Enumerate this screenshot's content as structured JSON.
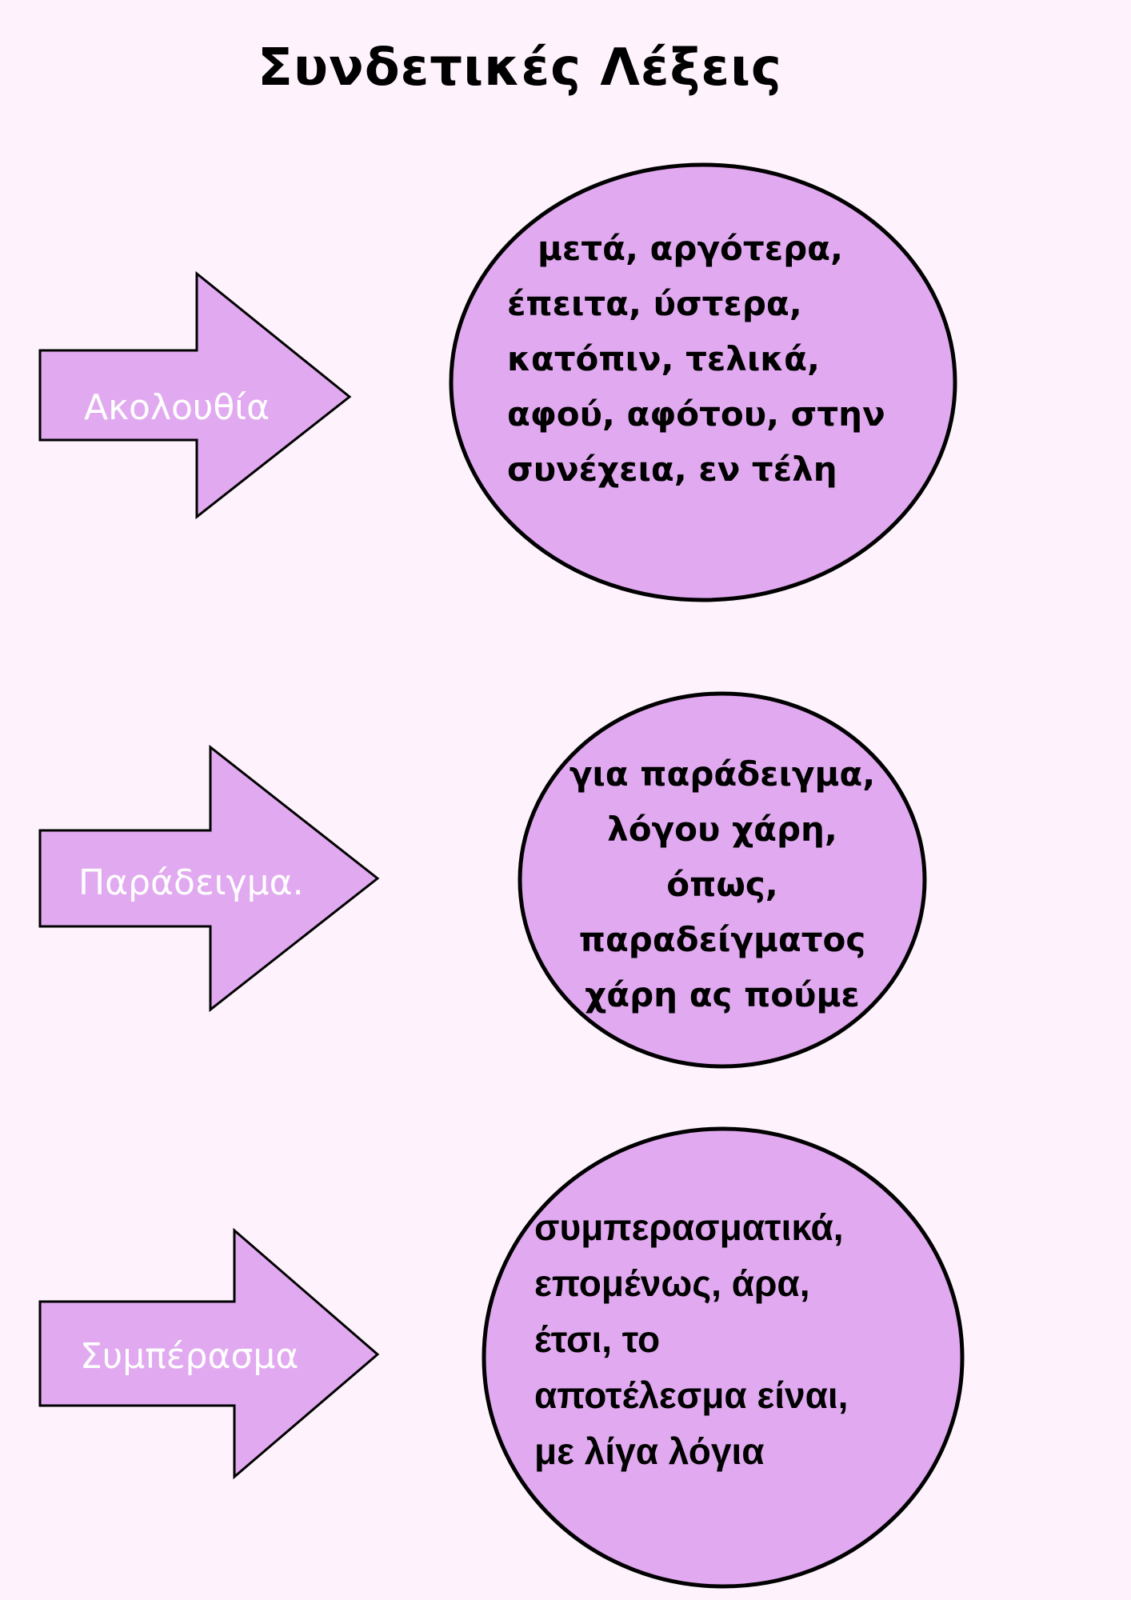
{
  "title": "Συνδετικές Λέξεις",
  "colors": {
    "background": "#fef3fc",
    "shape_fill": "#e1aaf0",
    "outline": "#000000",
    "arrow_text": "#ffffff"
  },
  "groups": [
    {
      "label": "Ακολουθία",
      "words": [
        "μετά, αργότερα,",
        "έπειτα, ύστερα,",
        "κατόπιν, τελικά,",
        "αφού, αφότου, στην",
        "συνέχεια, εν τέλη"
      ]
    },
    {
      "label": "Παράδειγμα.",
      "words": [
        "για παράδειγμα,",
        "λόγου χάρη,",
        "όπως,",
        "παραδείγματος",
        "χάρη ας πούμε"
      ]
    },
    {
      "label": "Συμπέρασμα",
      "words": [
        "συμπερασματικά,",
        "επομένως, άρα,",
        "έτσι, το",
        "αποτέλεσμα είναι,",
        "με λίγα λόγια"
      ]
    }
  ]
}
